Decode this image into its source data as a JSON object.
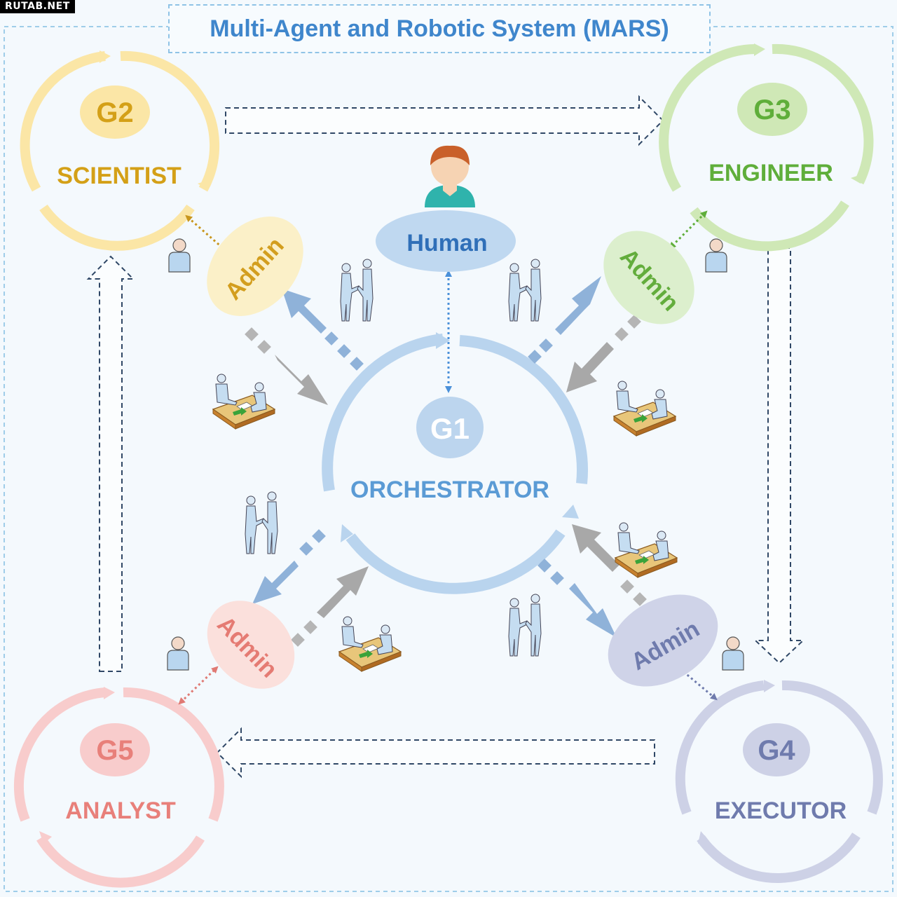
{
  "watermark": "RUTAB.NET",
  "title": "Multi-Agent and Robotic System (MARS)",
  "human": {
    "label": "Human"
  },
  "groups": [
    {
      "id": "G1",
      "role": "ORCHESTRATOR",
      "color": "#b9d4ee",
      "text_color": "#5b9bd5"
    },
    {
      "id": "G2",
      "role": "SCIENTIST",
      "color": "#fbe6a6",
      "text_color": "#d4a017"
    },
    {
      "id": "G3",
      "role": "ENGINEER",
      "color": "#cfe8b6",
      "text_color": "#5fae3a"
    },
    {
      "id": "G4",
      "role": "EXECUTOR",
      "color": "#cdd1e6",
      "text_color": "#6f7bad"
    },
    {
      "id": "G5",
      "role": "ANALYST",
      "color": "#f8cccc",
      "text_color": "#e8807a"
    }
  ],
  "admins": [
    {
      "label": "Admin",
      "group": "G2",
      "color": "#d39e1e",
      "fill": "#fbf0c8"
    },
    {
      "label": "Admin",
      "group": "G3",
      "color": "#63ad3c",
      "fill": "#dcefcd"
    },
    {
      "label": "Admin",
      "group": "G5",
      "color": "#e57b73",
      "fill": "#fbe0dc"
    },
    {
      "label": "Admin",
      "group": "G4",
      "color": "#6f7bad",
      "fill": "#cfd3e8"
    }
  ]
}
